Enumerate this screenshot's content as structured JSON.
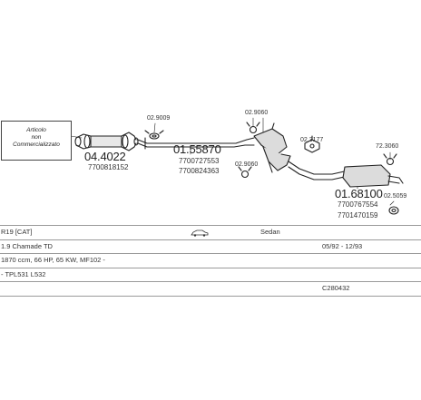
{
  "note": {
    "lines": [
      "Articolo",
      "non",
      "Commercializzato"
    ]
  },
  "parts": {
    "p1": {
      "number": "04.4022",
      "oe": [
        "7700818152"
      ]
    },
    "p2": {
      "number": "01.55870",
      "oe": [
        "7700727553",
        "7700824363"
      ]
    },
    "p3": {
      "number": "01.68100",
      "oe": [
        "7700767554",
        "7701470159"
      ]
    }
  },
  "small_labels": {
    "clamp_a": "02.9009",
    "clamp_b": "02.9060",
    "hanger_a": "02.9060",
    "bracket": "02.3177",
    "hanger_b": "72.3060",
    "gasket": "02.5059"
  },
  "table": {
    "rows": [
      {
        "c1": "R19 [CAT]",
        "c2": "",
        "c3": "Sedan"
      },
      {
        "c1": "1.9 Chamade TD",
        "c2": "",
        "c3": "05/92 - 12/93"
      },
      {
        "c1": "1870 ccm, 66 HP, 65 KW, MF102 -",
        "c2": "",
        "c3": ""
      },
      {
        "c1": "- TPL531 L532",
        "c2": "",
        "c3": ""
      },
      {
        "c1": "",
        "c2": "",
        "c3": "C280432"
      }
    ]
  },
  "colors": {
    "line": "#222222",
    "grid": "#9a9a9a"
  }
}
